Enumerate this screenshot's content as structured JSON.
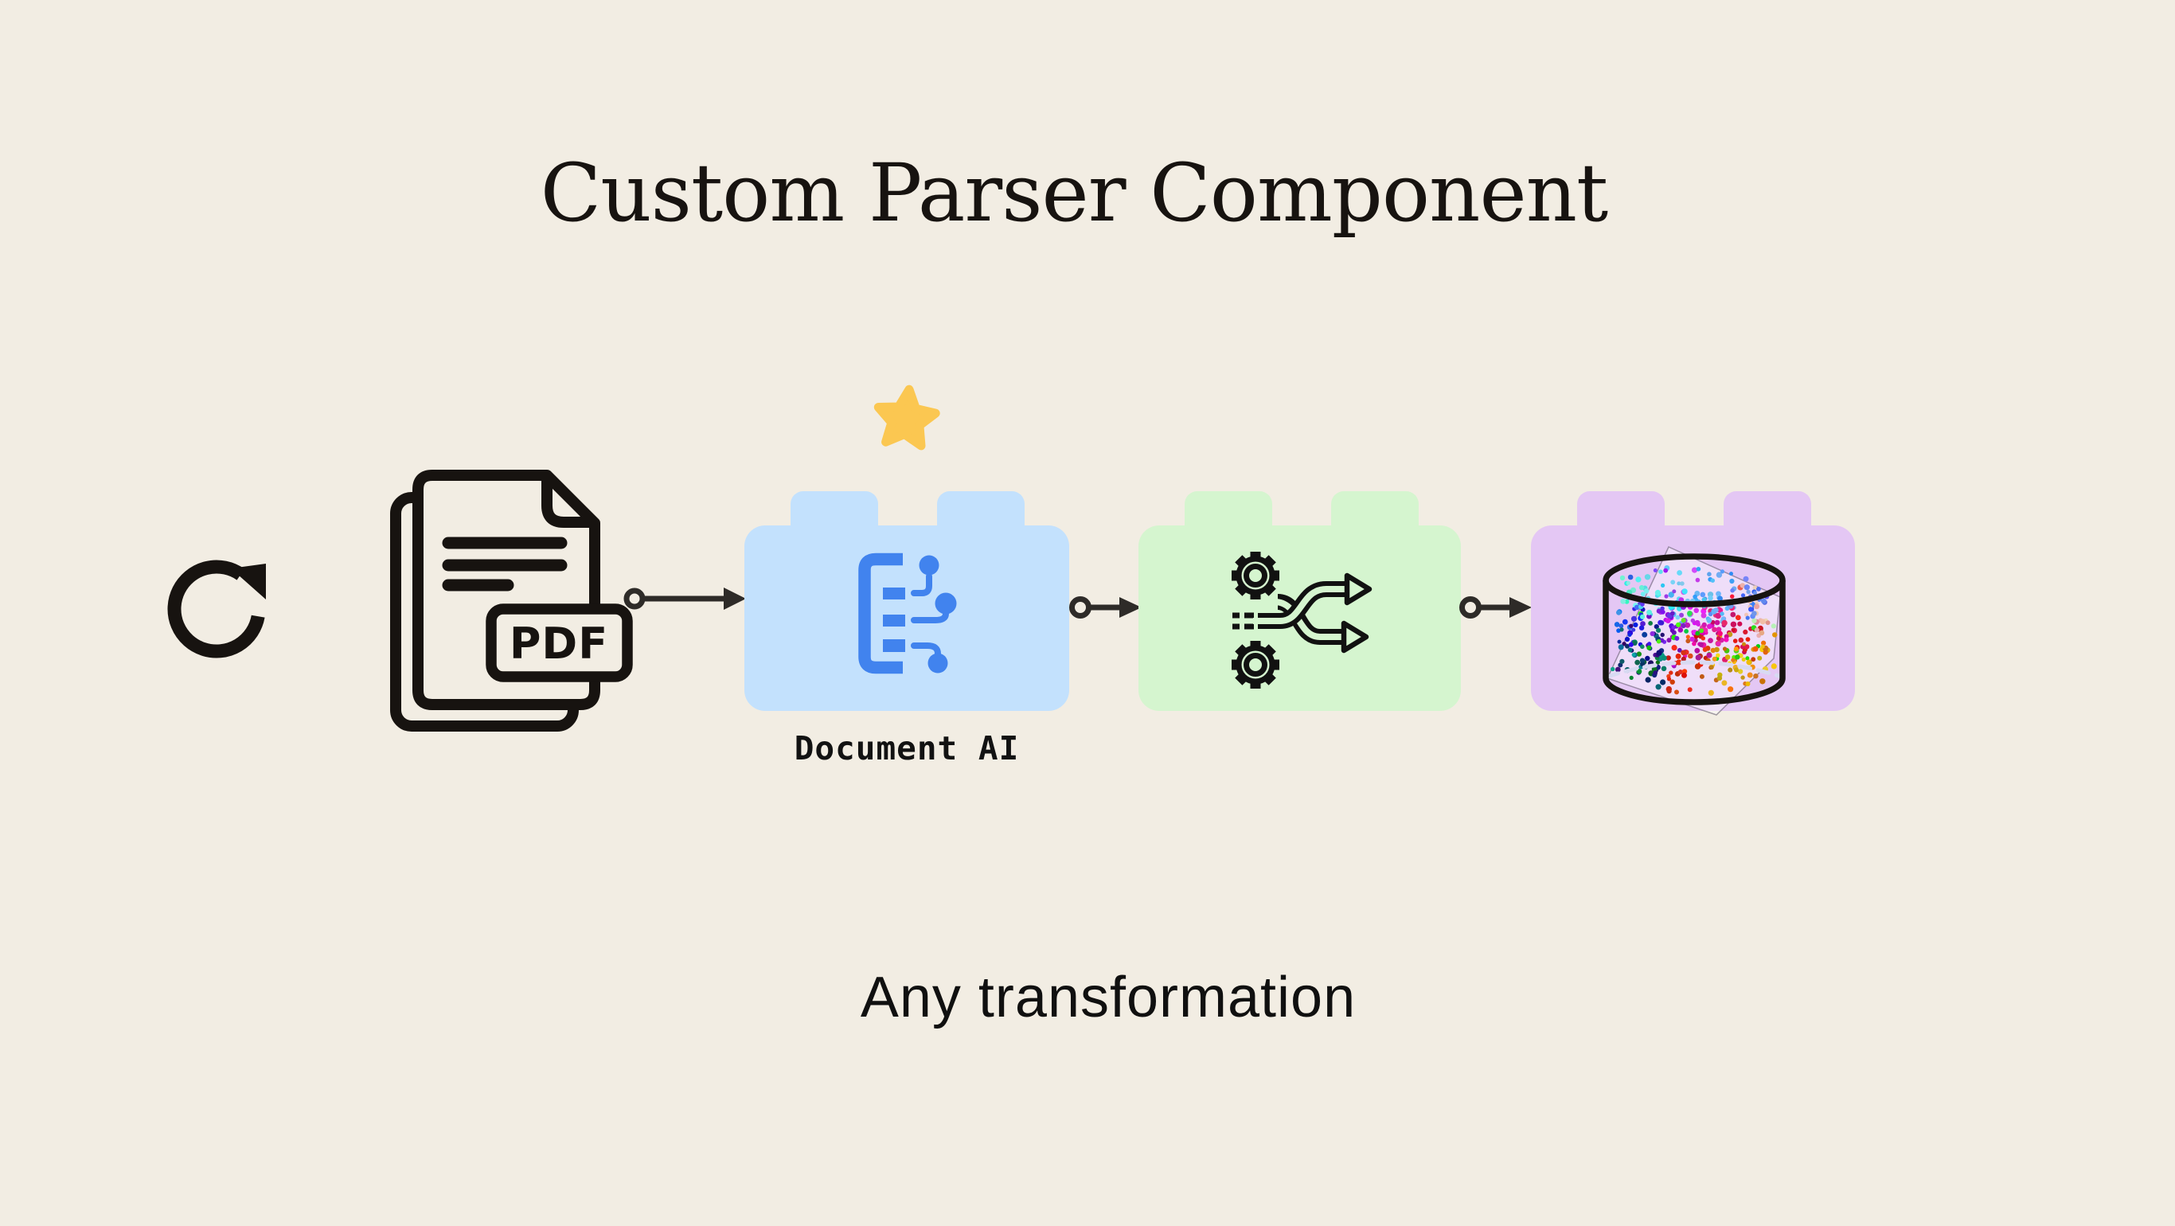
{
  "title": {
    "text": "Custom Parser Component"
  },
  "subtitle": {
    "text": "Any transformation"
  },
  "flow": {
    "pdf_badge_label": "PDF",
    "document_ai_label": "Document AI",
    "steps": [
      {
        "icon": "refresh-icon",
        "label": ""
      },
      {
        "icon": "pdf-document-icon",
        "label": ""
      },
      {
        "icon": "document-ai-icon",
        "label": "Document AI",
        "block_color_key": "blue_block",
        "starred": true
      },
      {
        "icon": "gears-shuffle-icon",
        "label": "",
        "block_color_key": "green_block"
      },
      {
        "icon": "vector-database-icon",
        "label": "",
        "block_color_key": "purple_block"
      }
    ],
    "connector_style": "circle-tail-arrow-head",
    "colors": {
      "bg": "#f2ede3",
      "ink": "#171310",
      "connector": "#2e2b28",
      "blue_block": "#c3e1fd",
      "green_block": "#d5f5cf",
      "purple_block": "#e4c7f4",
      "star": "#fbc751",
      "docai_icon": "#4183ee"
    }
  }
}
